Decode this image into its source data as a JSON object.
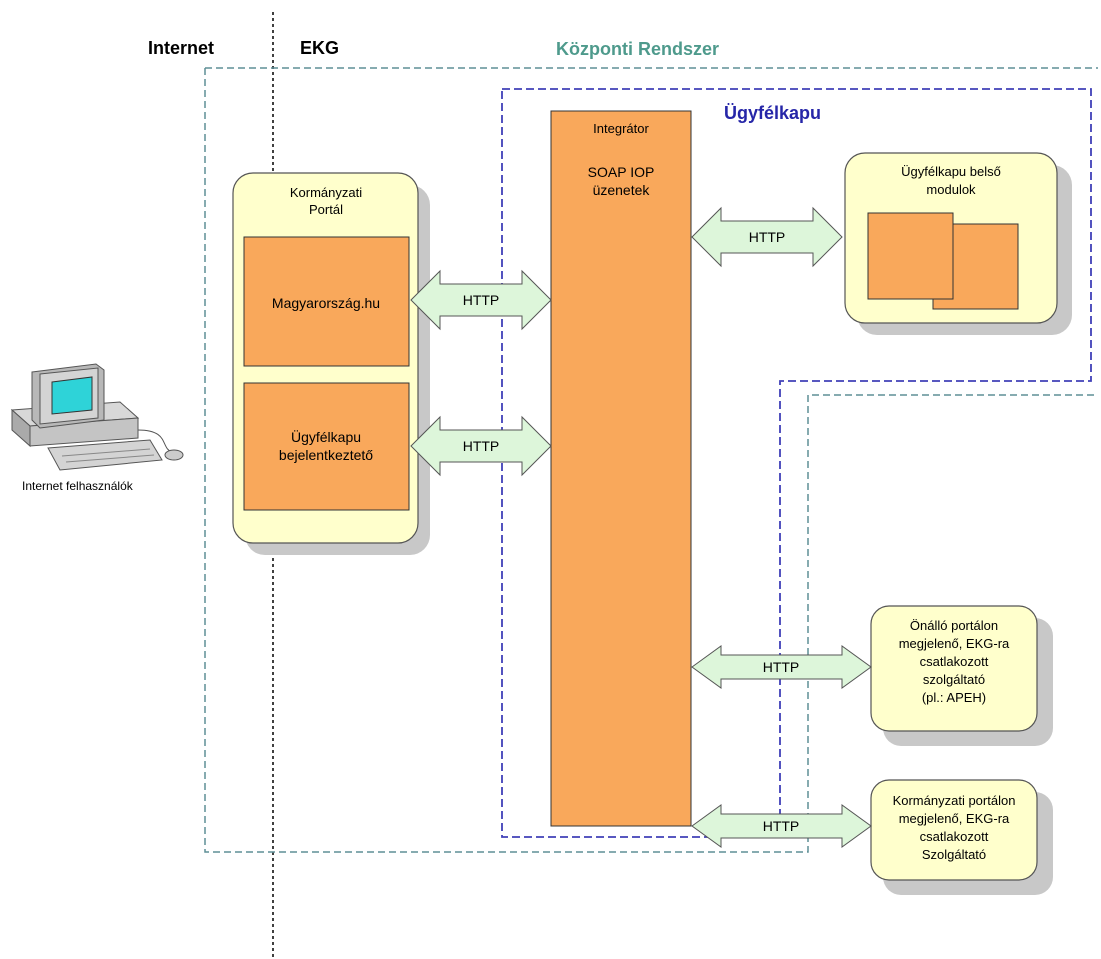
{
  "zones": {
    "internet": "Internet",
    "ekg": "EKG",
    "kozponti": "Központi Rendszer",
    "ugyfelkapu": "Ügyfélkapu"
  },
  "user": {
    "label": "Internet felhasználók"
  },
  "portal": {
    "title_lines": [
      "Kormányzati",
      "Portál"
    ],
    "box1": "Magyarország.hu",
    "box2_lines": [
      "Ügyfélkapu",
      "bejelentkeztető"
    ]
  },
  "integrator": {
    "title": "Integrátor",
    "lines": [
      "SOAP IOP",
      "üzenetek"
    ]
  },
  "modules": {
    "title_lines": [
      "Ügyfélkapu belső",
      "modulok"
    ]
  },
  "service1": {
    "lines": [
      "Önálló portálon",
      "megjelenő, EKG-ra",
      "csatlakozott",
      "szolgáltató",
      "(pl.: APEH)"
    ]
  },
  "service2": {
    "lines": [
      "Kormányzati portálon",
      "megjelenő, EKG-ra",
      "csatlakozott",
      "Szolgáltató"
    ]
  },
  "arrows": {
    "label": "HTTP"
  },
  "colors": {
    "orange": "#F9A85B",
    "cream": "#FFFFCC",
    "arrow_fill": "#DDF6DA",
    "zone_teal": "#4E9A8C",
    "zone_blue": "#2626A8",
    "shadow": "#C8C8C8"
  }
}
